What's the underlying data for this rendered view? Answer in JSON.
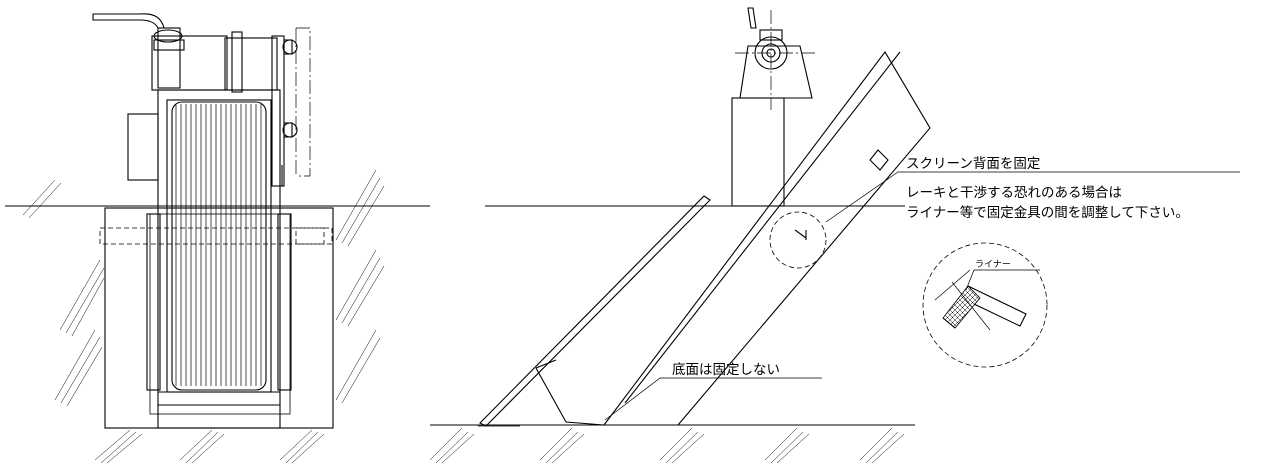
{
  "annotations": {
    "fix_back": "スクリーン背面を固定",
    "interference_1": "レーキと干渉する恐れのある場合は",
    "interference_2": "ライナー等で固定金具の間を調整して下さい。",
    "bottom_not_fixed": "底面は固定しない",
    "liner": "ライナー"
  },
  "icons": [
    "front-view-drawing",
    "side-view-drawing",
    "liner-detail-drawing"
  ]
}
